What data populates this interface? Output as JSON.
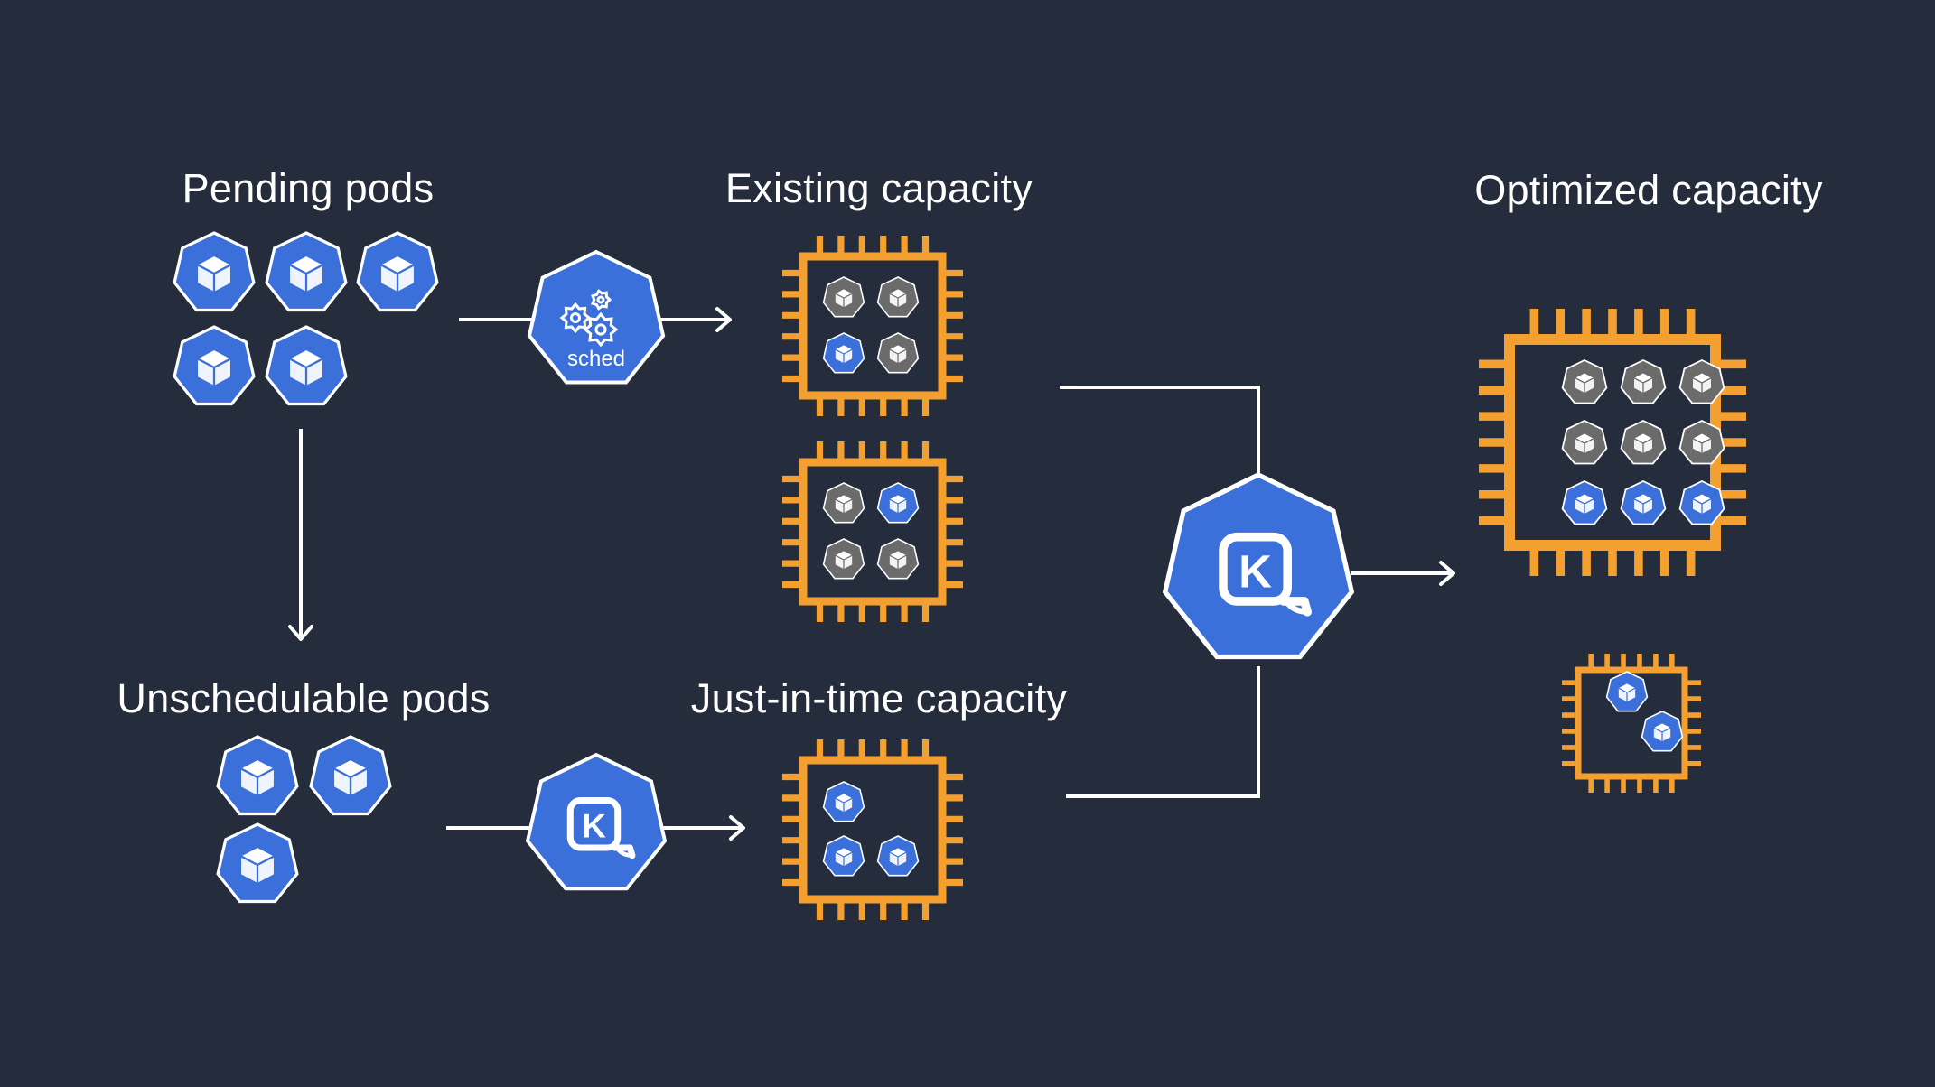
{
  "labels": {
    "pending": "Pending pods",
    "existing": "Existing capacity",
    "optimized": "Optimized capacity",
    "unschedulable": "Unschedulable pods",
    "jit": "Just-in-time capacity"
  },
  "badges": {
    "scheduler": "sched",
    "karpenter": "K"
  },
  "colors": {
    "background": "#252d3c",
    "pod_blue": "#3b6fd9",
    "pod_gray": "#6b6b6b",
    "chip_orange": "#f3a030",
    "line": "#ffffff"
  },
  "icons": [
    "pod-icon",
    "scheduler-icon",
    "karpenter-icon",
    "node-chip-icon",
    "arrow"
  ],
  "pending_pods_count": 5,
  "unschedulable_pods_count": 3,
  "nodes": {
    "existing_1": [
      "gray",
      "gray",
      "blue",
      "gray"
    ],
    "existing_2": [
      "gray",
      "blue",
      "gray",
      "gray"
    ],
    "jit": [
      "blue",
      "blue",
      "blue"
    ],
    "optimized_large": [
      "gray",
      "gray",
      "gray",
      "gray",
      "gray",
      "gray",
      "blue",
      "blue",
      "blue"
    ],
    "optimized_small": [
      "blue",
      "blue"
    ]
  }
}
